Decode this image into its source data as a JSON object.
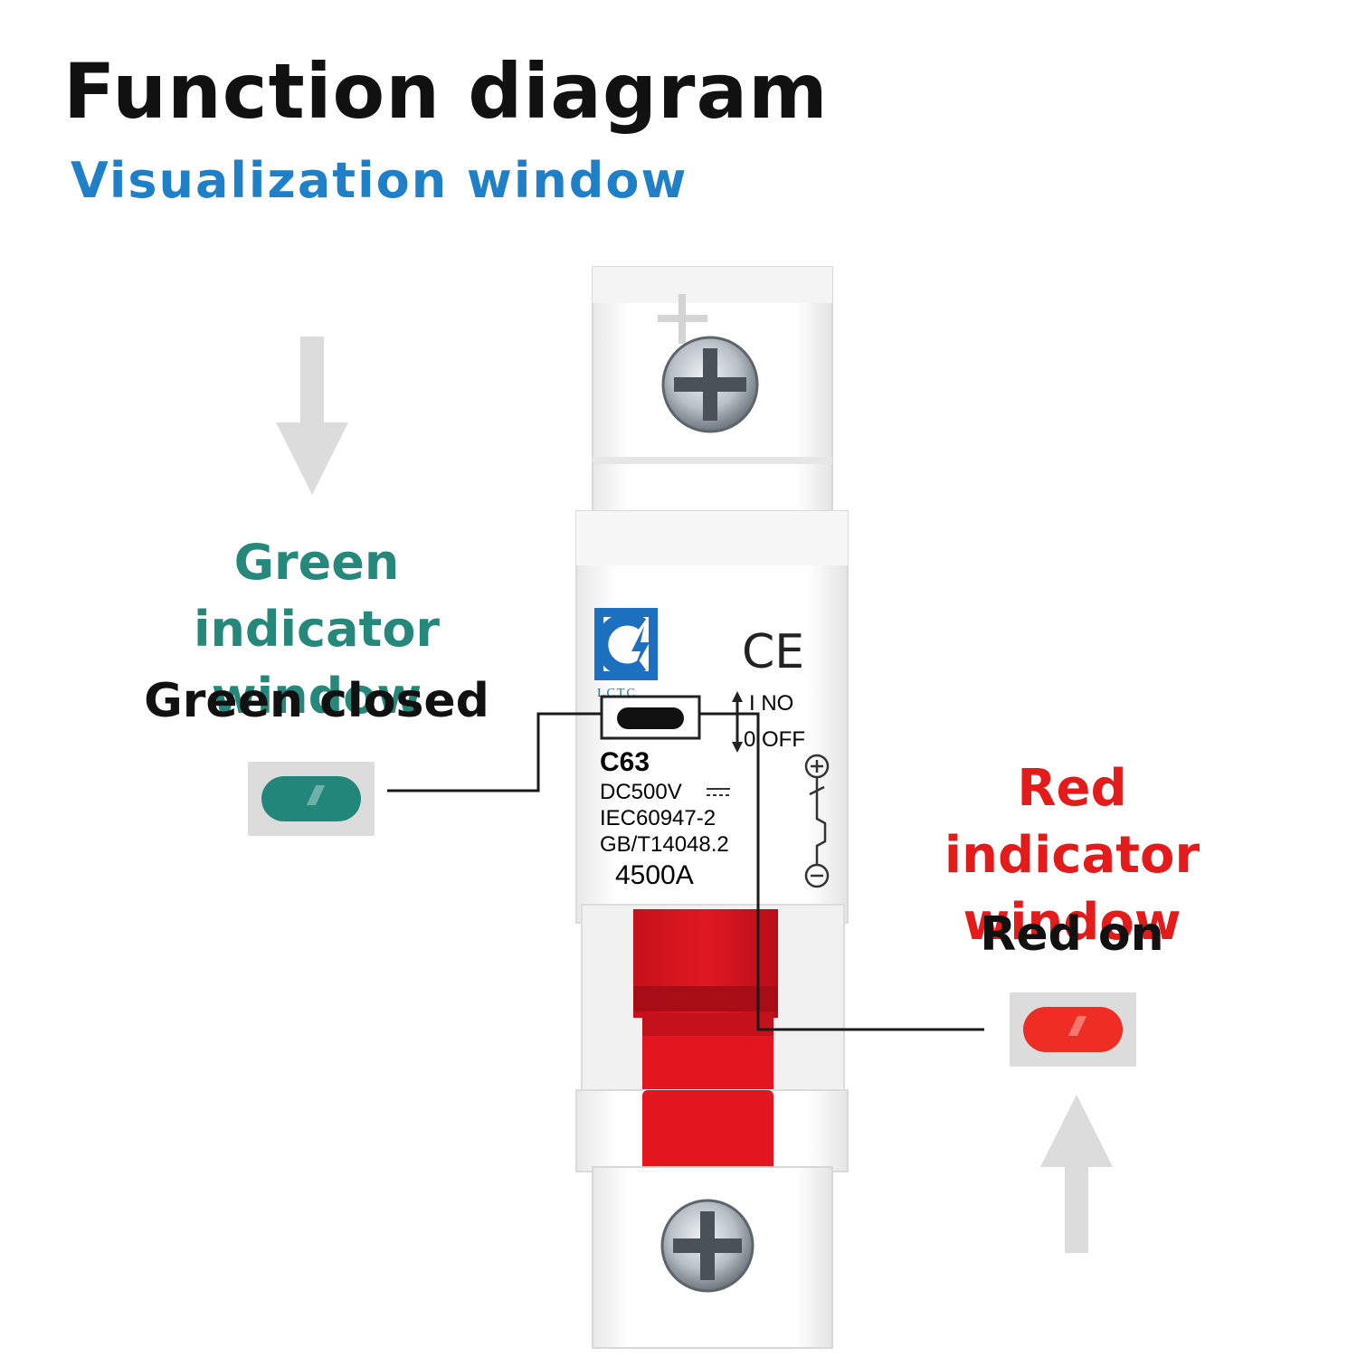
{
  "header": {
    "title": "Function diagram",
    "subtitle": "Visualization window"
  },
  "green_indicator": {
    "label_line1": "Green indicator",
    "label_line2": "window",
    "state": "Green closed",
    "color": "#22867a"
  },
  "red_indicator": {
    "label_line1": "Red indicator",
    "label_line2": "window",
    "state": "Red on",
    "color": "#ee2e24"
  },
  "breaker": {
    "brand": "LCTC",
    "ce_mark": "CE",
    "model": "C63",
    "voltage": "DC500V",
    "standard1": "IEC60947-2",
    "standard2": "GB/T14048.2",
    "breaking_capacity": "4500A",
    "on_label": "I NO",
    "off_label": "0 OFF",
    "handle_color": "#e0141e"
  },
  "icons": {
    "down_arrow": "arrow-down-icon",
    "up_arrow": "arrow-up-icon",
    "screw": "screw-icon",
    "logo": "lctc-logo-icon"
  }
}
